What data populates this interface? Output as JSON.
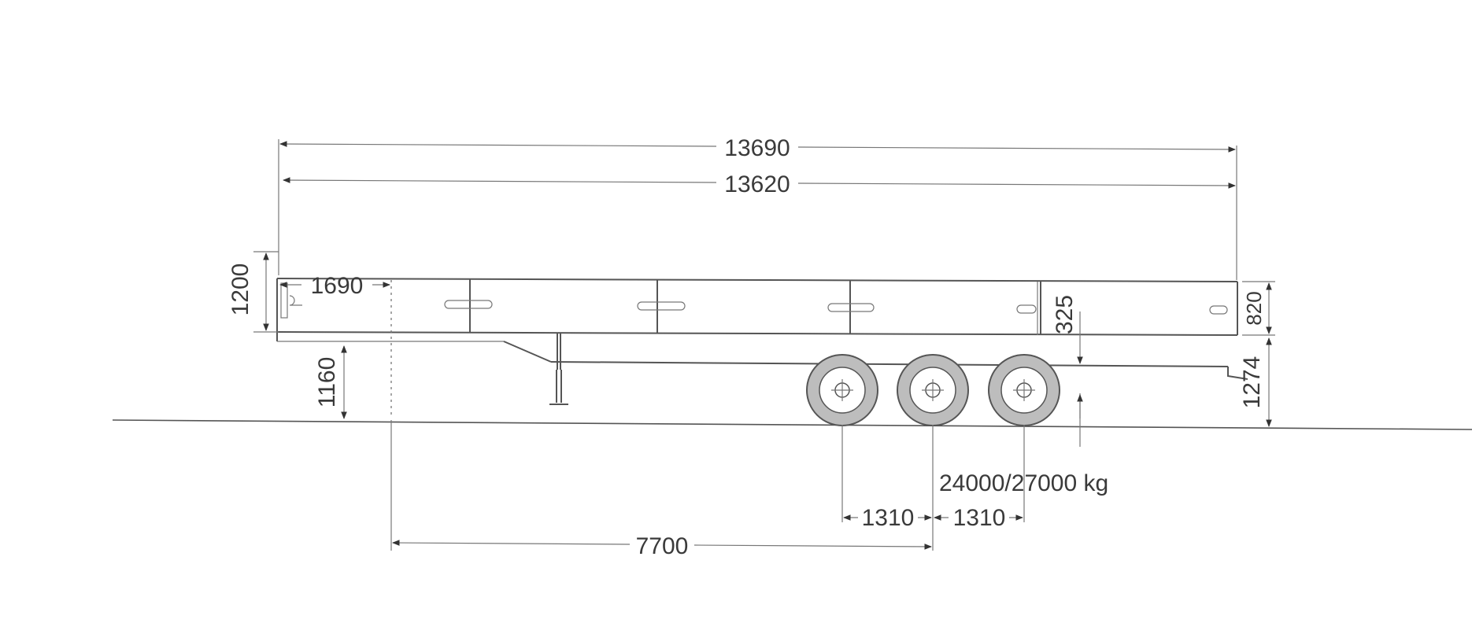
{
  "diagram": {
    "dimensions": {
      "overall_length": "13690",
      "deck_length": "13620",
      "front_height": "1200",
      "kingpin_offset": "1690",
      "gooseneck_height": "1160",
      "frame_height": "325",
      "rear_deck_height": "820",
      "deck_height": "1274",
      "axle_spacing_1": "1310",
      "axle_spacing_2": "1310",
      "kingpin_to_axle": "7700"
    },
    "axle_load": "24000/27000 kg",
    "axle_count": 3
  }
}
